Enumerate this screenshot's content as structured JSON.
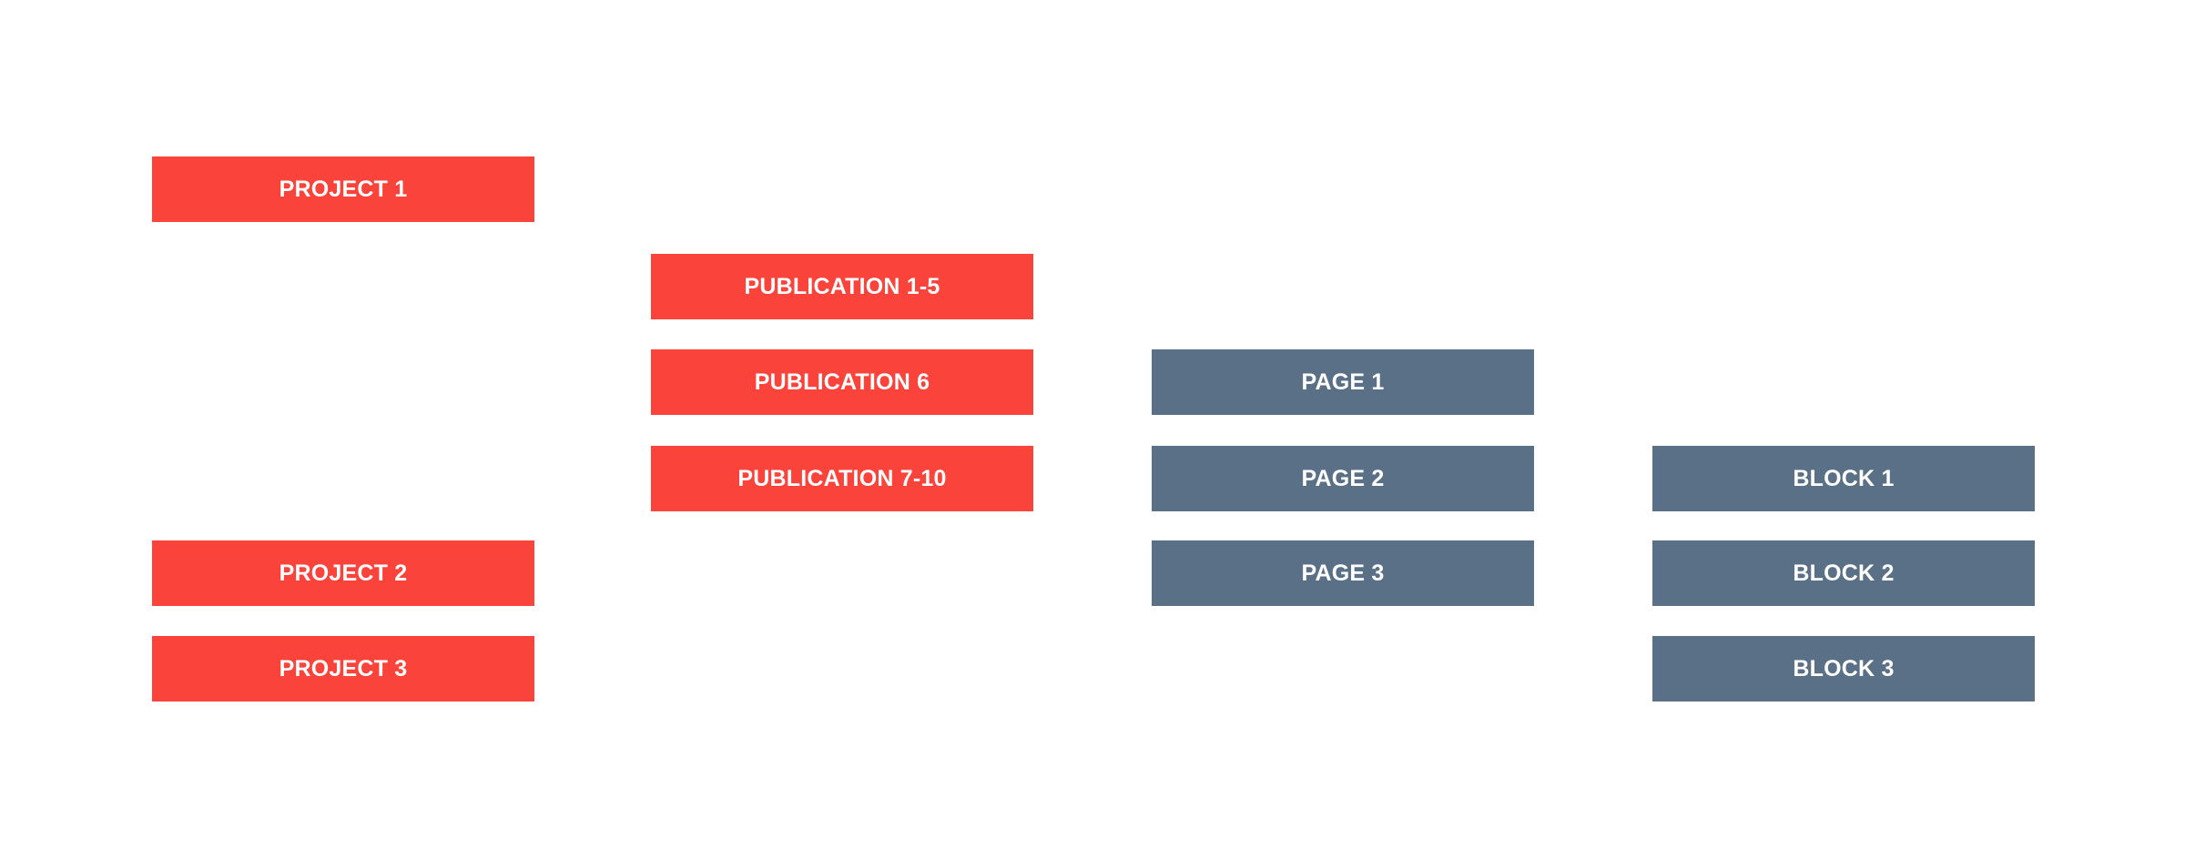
{
  "colors": {
    "projects_publications": "#fa433b",
    "pages_blocks": "#5a7087",
    "text": "#ffffff",
    "background": "#ffffff"
  },
  "projects": [
    {
      "label": "PROJECT 1"
    },
    {
      "label": "PROJECT 2"
    },
    {
      "label": "PROJECT 3"
    }
  ],
  "publications": [
    {
      "label": "PUBLICATION 1-5"
    },
    {
      "label": "PUBLICATION 6"
    },
    {
      "label": "PUBLICATION 7-10"
    }
  ],
  "pages": [
    {
      "label": "PAGE 1"
    },
    {
      "label": "PAGE 2"
    },
    {
      "label": "PAGE 3"
    }
  ],
  "blocks": [
    {
      "label": "BLOCK 1"
    },
    {
      "label": "BLOCK 2"
    },
    {
      "label": "BLOCK 3"
    }
  ]
}
